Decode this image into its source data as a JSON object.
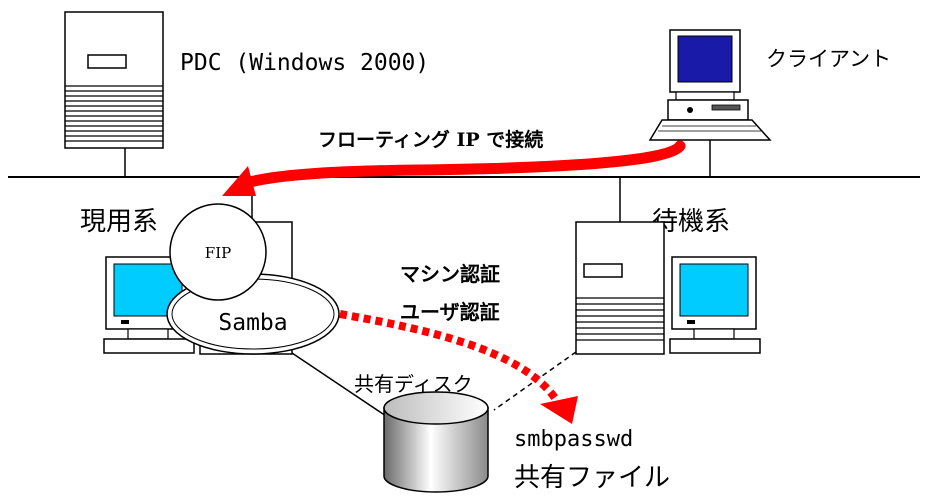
{
  "labels": {
    "pdc": "PDC (Windows 2000)",
    "client": "クライアント",
    "floating_ip_connect": "フローティング IP で接続",
    "active": "現用系",
    "standby": "待機系",
    "fip": "FIP",
    "samba": "Samba",
    "machine_auth": "マシン認証",
    "user_auth": "ユーザ認証",
    "shared_disk": "共有ディスク",
    "smbpasswd": "smbpasswd",
    "shared_file": "共有ファイル"
  },
  "colors": {
    "arrow_red": "#ff0000",
    "screen_cyan": "#00ccff",
    "client_screen": "#1a1aa8",
    "outline": "#000000"
  },
  "icons": {
    "pdc_server": "server-tower-icon",
    "client": "workstation-icon",
    "active_server": "server-tower-icon",
    "active_monitor": "monitor-icon",
    "standby_server": "server-tower-icon",
    "standby_monitor": "monitor-icon",
    "disk": "cylinder-disk-icon"
  }
}
